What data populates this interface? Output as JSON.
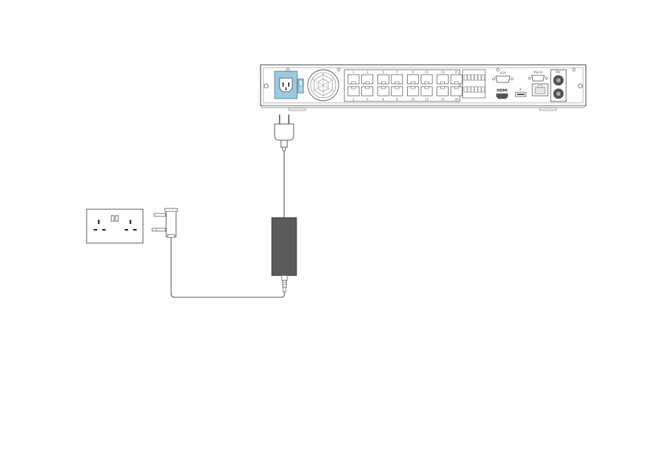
{
  "colors": {
    "line": "#555555",
    "chassis_fill": "#ffffff",
    "chassis_edge": "#5a5a5a",
    "power_inlet_fill": "#9cc9df",
    "switch_fill": "#a8d4e8",
    "adapter_fill": "#5a5a5a",
    "background": "#ffffff"
  },
  "nvr": {
    "port_numbers_top": [
      "1",
      "3",
      "5",
      "7",
      "9",
      "11",
      "13",
      "15"
    ],
    "port_numbers_bottom": [
      "2",
      "4",
      "6",
      "8",
      "10",
      "12",
      "14",
      "16"
    ],
    "vga_label": "VGA",
    "rs232_label": "RS232",
    "hdmi_label": "HDMI",
    "usb_label": "⭍",
    "mic_label": "MIC"
  },
  "icons": [
    "uk-wall-socket-icon",
    "uk-plug-icon",
    "power-adapter-brick-icon",
    "eu-plug-icon",
    "nvr-rear-panel-icon"
  ]
}
